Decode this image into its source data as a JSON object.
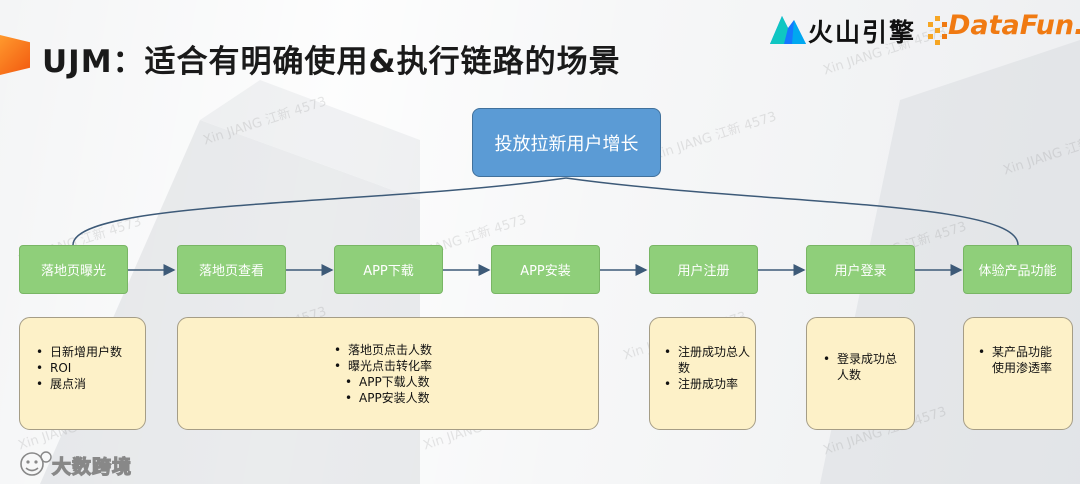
{
  "header": {
    "title": "UJM：适合有明确使用&执行链路的场景",
    "logo_volc": "火山引擎",
    "logo_datafun": "DataFun."
  },
  "diagram": {
    "top_node": "投放拉新用户增长",
    "steps": [
      {
        "label": "落地页曝光"
      },
      {
        "label": "落地页查看"
      },
      {
        "label": "APP下载"
      },
      {
        "label": "APP安装"
      },
      {
        "label": "用户注册"
      },
      {
        "label": "用户登录"
      },
      {
        "label": "体验产品功能"
      }
    ],
    "metrics": [
      {
        "items": [
          "日新增用户数",
          "ROI",
          "展点消"
        ]
      },
      {
        "items": [
          "落地页点击人数",
          "曝光点击转化率",
          "APP下载人数",
          "APP安装人数"
        ]
      },
      {
        "items": [
          "注册成功总人数",
          "注册成功率"
        ]
      },
      {
        "items": [
          "登录成功总人数"
        ]
      },
      {
        "items": [
          "某产品功能使用渗透率"
        ]
      }
    ]
  },
  "watermark": "Xin JIANG 江新 4573",
  "footer": {
    "brand": "大数跨境"
  },
  "colors": {
    "top_node": "#5b9bd5",
    "step": "#8fcf7a",
    "metric_bg": "#fdf1c8",
    "accent": "#f07a12"
  }
}
